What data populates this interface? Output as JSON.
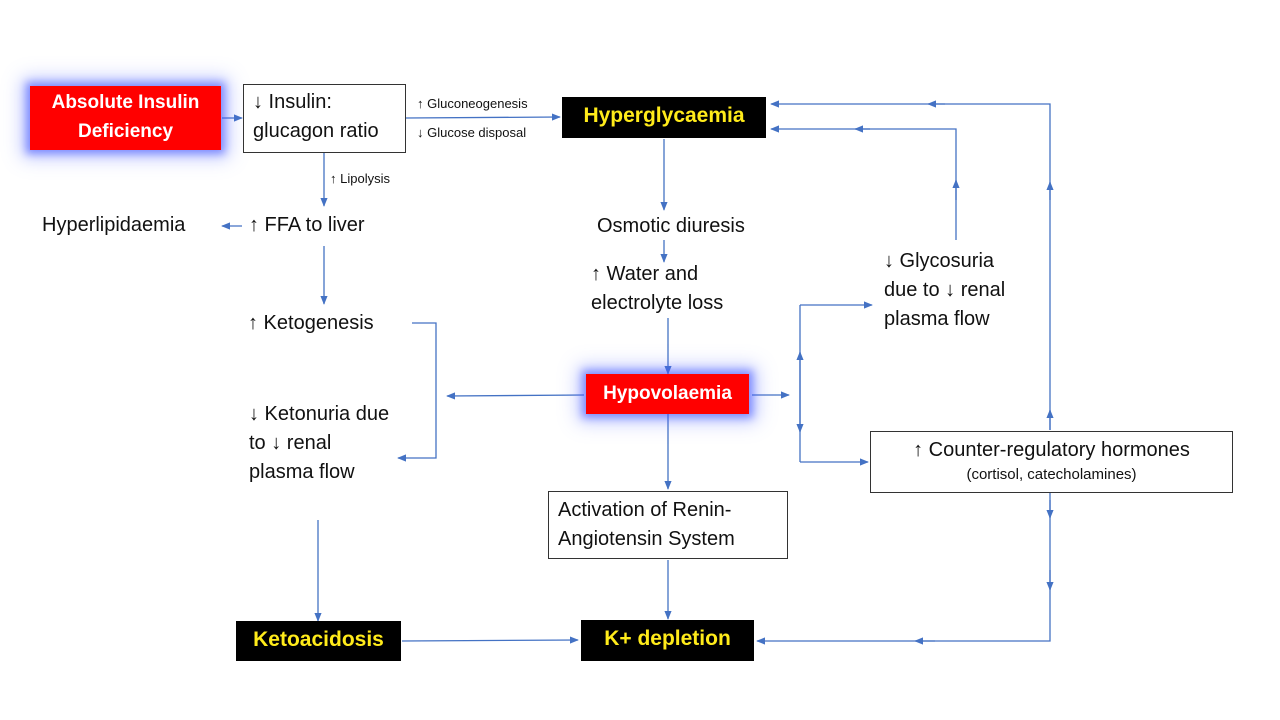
{
  "nodes": {
    "absolute_insulin": "Absolute Insulin Deficiency",
    "insulin_ratio": "↓ Insulin: glucagon ratio",
    "hyperglycaemia": "Hyperglycaemia",
    "ffa_liver": "↑ FFA to liver",
    "hyperlipidaemia": "Hyperlipidaemia",
    "ketogenesis": "↑ Ketogenesis",
    "ketonuria": "↓ Ketonuria due to ↓ renal plasma flow",
    "ketoacidosis": "Ketoacidosis",
    "osmotic_diuresis": "Osmotic diuresis",
    "water_loss": "↑ Water and electrolyte loss",
    "hypovolaemia": "Hypovolaemia",
    "raas": "Activation of Renin-Angiotensin System",
    "k_depletion": "K+ depletion",
    "glycosuria": "↓ Glycosuria due to ↓ renal plasma flow",
    "counter_reg": "↑ Counter-regulatory hormones",
    "counter_reg_sub": "(cortisol, catecholamines)"
  },
  "labels": {
    "gluconeogenesis": "↑ Gluconeogenesis",
    "glucose_disposal": "↓ Glucose disposal",
    "lipolysis": "↑ Lipolysis"
  },
  "colors": {
    "arrow": "#4472c4",
    "red_box": "#ff0000",
    "black_box": "#000000",
    "yellow_text": "#ffeb1a"
  }
}
